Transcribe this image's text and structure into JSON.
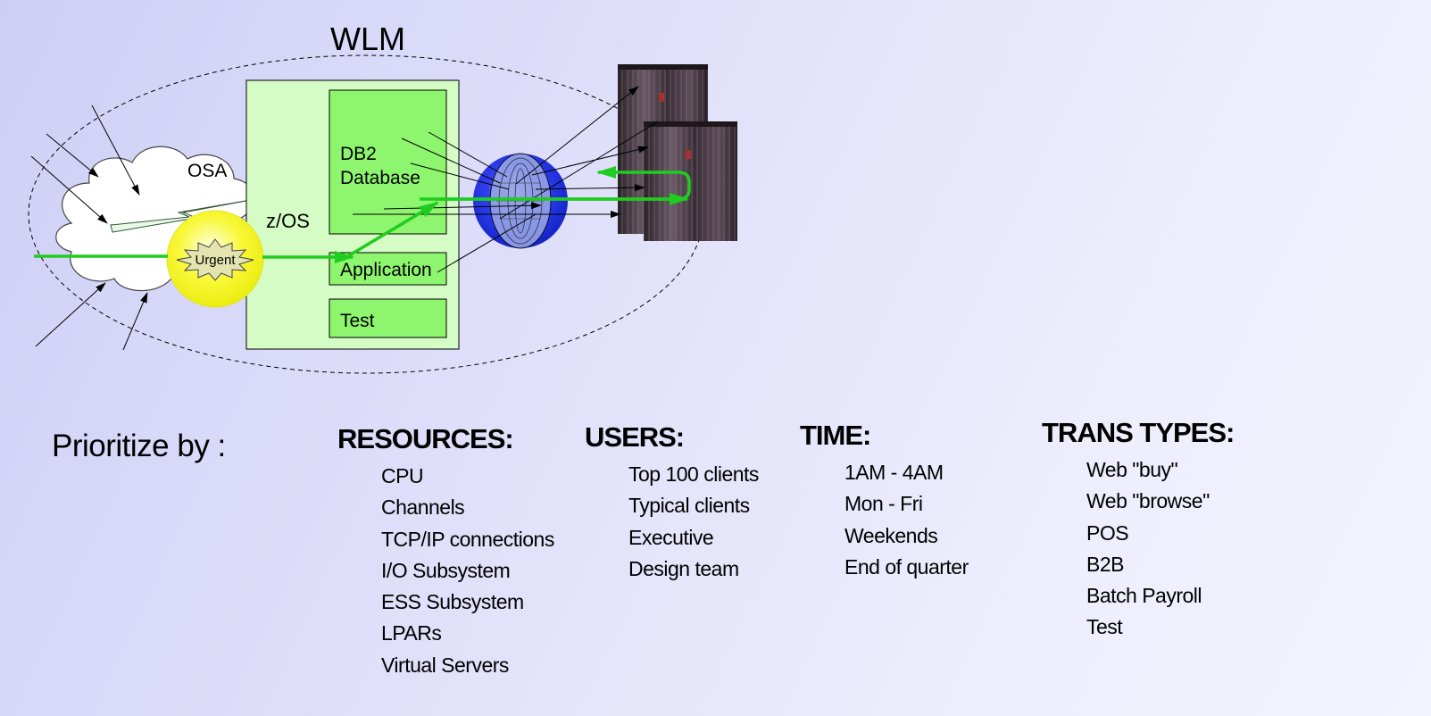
{
  "diagram": {
    "wlm_label": "WLM",
    "osa_label": "OSA",
    "zos_label": "z/OS",
    "urgent_label": "Urgent",
    "db2_line1": "DB2",
    "db2_line2": "Database",
    "application_label": "Application",
    "test_label": "Test"
  },
  "prioritize": {
    "label": "Prioritize by :",
    "columns": [
      {
        "title": "RESOURCES:",
        "items": [
          "CPU",
          "Channels",
          "TCP/IP connections",
          "I/O Subsystem",
          "ESS Subsystem",
          "LPARs",
          "Virtual Servers"
        ]
      },
      {
        "title": "USERS:",
        "items": [
          "Top 100 clients",
          "Typical clients",
          "Executive",
          "Design team"
        ]
      },
      {
        "title": "TIME:",
        "items": [
          "1AM - 4AM",
          "Mon - Fri",
          "Weekends",
          "End of quarter"
        ]
      },
      {
        "title": "TRANS TYPES:",
        "items": [
          "Web \"buy\"",
          "Web \"browse\"",
          "POS",
          "B2B",
          "Batch Payroll",
          "Test"
        ]
      }
    ]
  },
  "colors": {
    "flow_green": "#1fcc1f",
    "zos_box": "#d6fcc6",
    "db2_box": "#8ef56e",
    "sphere_blue": "#1e2ee8",
    "urgent_yellow": "#f5f51a",
    "server_dark": "#3a2e36"
  }
}
